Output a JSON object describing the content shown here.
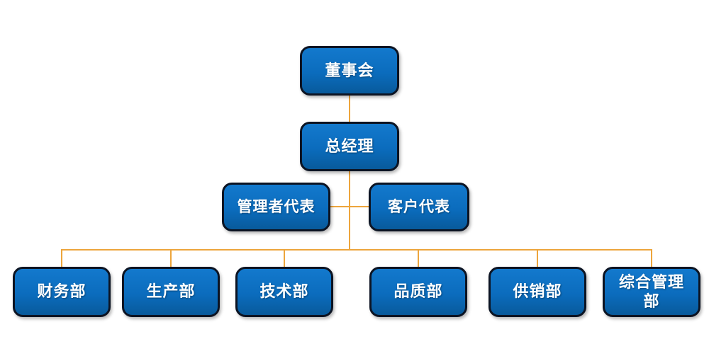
{
  "org_chart": {
    "type": "org-hierarchy-diagram",
    "nodes": [
      {
        "id": "board-of-directors",
        "label": "董事会",
        "level": 1
      },
      {
        "id": "general-manager",
        "label": "总经理",
        "level": 2
      },
      {
        "id": "management-representative",
        "label": "管理者代表",
        "level": 3
      },
      {
        "id": "customer-representative",
        "label": "客户代表",
        "level": 3
      },
      {
        "id": "finance-dept",
        "label": "财务部",
        "level": 4
      },
      {
        "id": "production-dept",
        "label": "生产部",
        "level": 4
      },
      {
        "id": "technology-dept",
        "label": "技术部",
        "level": 4
      },
      {
        "id": "quality-dept",
        "label": "品质部",
        "level": 4
      },
      {
        "id": "supply-sales-dept",
        "label": "供销部",
        "level": 4
      },
      {
        "id": "general-management-dept",
        "label": "综合管理部",
        "level": 4
      }
    ],
    "edges": [
      {
        "from": "board-of-directors",
        "to": "general-manager"
      },
      {
        "from": "general-manager",
        "to": "management-representative"
      },
      {
        "from": "general-manager",
        "to": "customer-representative"
      },
      {
        "from": "general-manager",
        "to": "finance-dept"
      },
      {
        "from": "general-manager",
        "to": "production-dept"
      },
      {
        "from": "general-manager",
        "to": "technology-dept"
      },
      {
        "from": "general-manager",
        "to": "quality-dept"
      },
      {
        "from": "general-manager",
        "to": "supply-sales-dept"
      },
      {
        "from": "general-manager",
        "to": "general-management-dept"
      }
    ],
    "colors": {
      "node_fill_top": "#1379cd",
      "node_fill_mid": "#0b6cbd",
      "node_fill_bottom": "#085a9b",
      "node_border": "#0c1423",
      "node_text": "#ffffff",
      "connector": "#eda53c",
      "background": "#ffffff"
    }
  }
}
